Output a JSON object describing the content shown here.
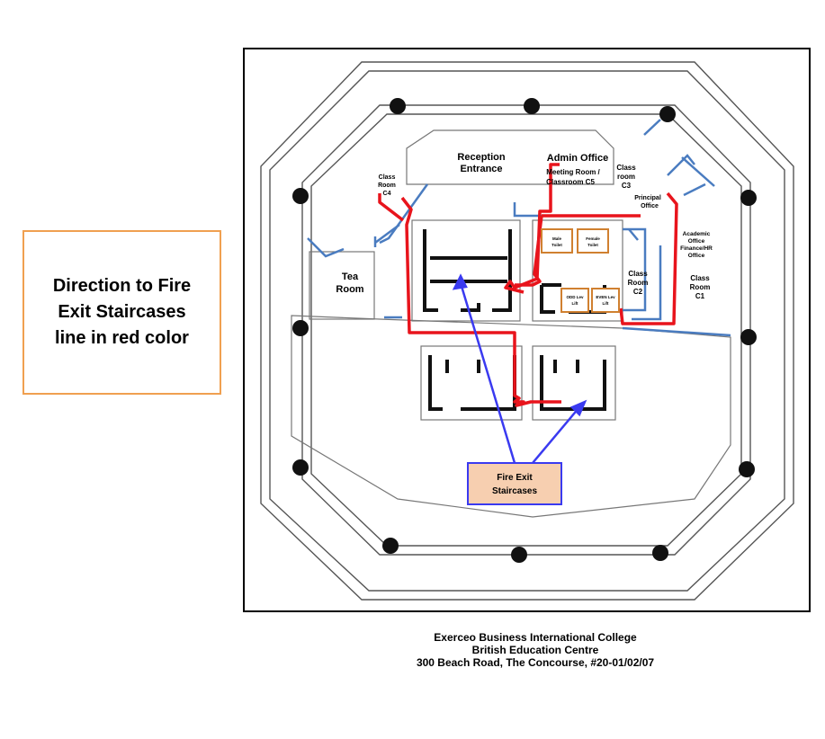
{
  "callout": {
    "line1": "Direction to Fire",
    "line2": "Exit Staircases",
    "line3": "line in red color"
  },
  "plan": {
    "rooms": {
      "reception": [
        "Reception",
        "Entrance"
      ],
      "admin": "Admin Office",
      "meeting": [
        "Meeting Room /",
        "Classroom C5"
      ],
      "c3": [
        "Class",
        "room",
        "C3"
      ],
      "principal": [
        "Principal",
        "Office"
      ],
      "c4": [
        "Class",
        "Room",
        "C4"
      ],
      "male": [
        "Male",
        "Toilet"
      ],
      "female": [
        "Female",
        "Toilet"
      ],
      "academic": [
        "Academic",
        "Office",
        "Finance/HR",
        "Office"
      ],
      "tea": [
        "Tea",
        "Room"
      ],
      "c2": [
        "Class",
        "Room",
        "C2"
      ],
      "c1": [
        "Class",
        "Room",
        "C1"
      ],
      "odd_lift": [
        "ODD Lev",
        "Lift"
      ],
      "even_lift": [
        "EVEN Lev",
        "Lift"
      ]
    },
    "fire_exit_label": [
      "Fire Exit",
      "Staircases"
    ]
  },
  "caption": {
    "line1": "Exerceo Business International College",
    "line2": "British Education Centre",
    "line3": "300 Beach Road, The Concourse, #20-01/02/07"
  },
  "colors": {
    "exit_route": "#e8141c",
    "pointer": "#3a3af0",
    "partition": "#4a7cc0",
    "callout_border": "#f0a050",
    "fire_box_fill": "#f7cfb0",
    "toilet_box_border": "#d08030"
  }
}
